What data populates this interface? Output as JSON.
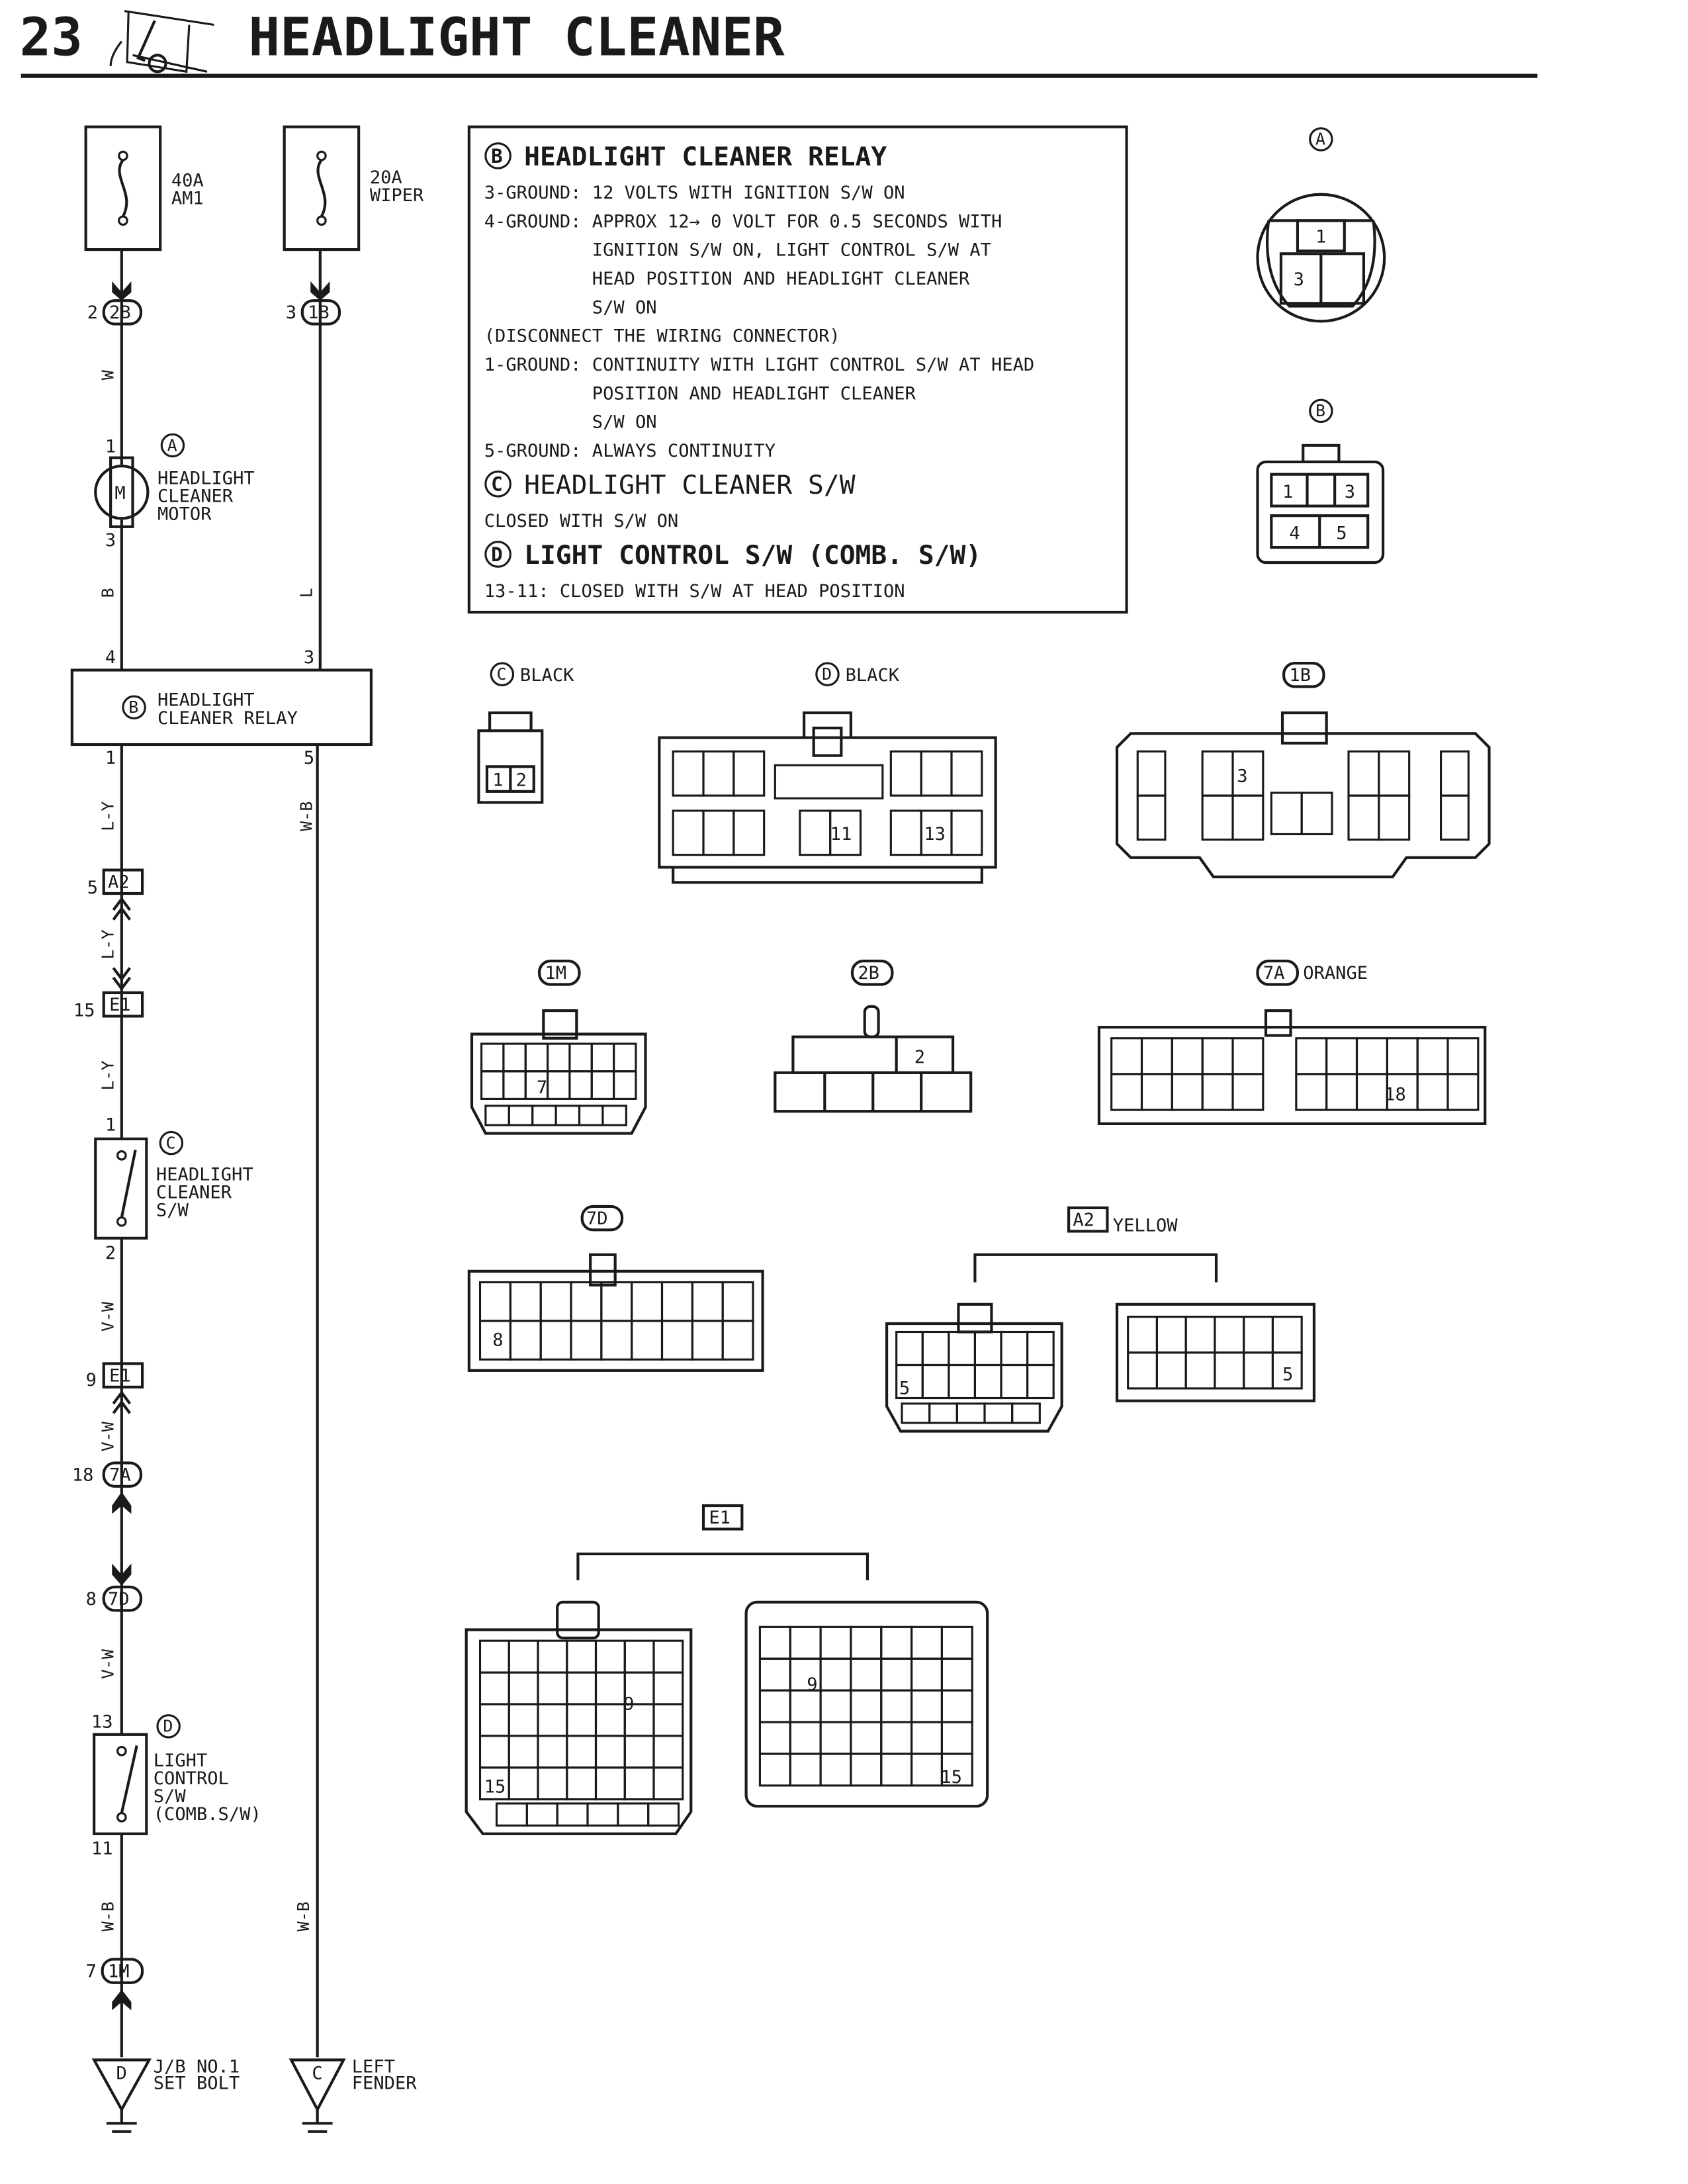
{
  "header": {
    "number": "23",
    "title": "HEADLIGHT CLEANER"
  },
  "schematic": {
    "fuse_am1": {
      "rating": "40A",
      "name": "AM1"
    },
    "fuse_wiper": {
      "rating": "20A",
      "name": "WIPER"
    },
    "conn_2b": {
      "pin": "2",
      "code": "2B"
    },
    "conn_1b": {
      "pin": "3",
      "code": "1B"
    },
    "wire_w": "W",
    "motor": {
      "pin_top": "1",
      "pin_bottom": "3",
      "symbol": "M",
      "ref": "A",
      "label": [
        "HEADLIGHT",
        "CLEANER",
        "MOTOR"
      ]
    },
    "wire_b": "B",
    "wire_l": "L",
    "relay": {
      "pin_4": "4",
      "pin_3": "3",
      "pin_1": "1",
      "pin_5": "5",
      "ref": "B",
      "label": [
        "HEADLIGHT",
        "CLEANER RELAY"
      ]
    },
    "wire_ly_1": "L-Y",
    "wire_wb_right_1": "W-B",
    "conn_a2": {
      "pin": "5",
      "code": "A2"
    },
    "wire_ly_2": "L-Y",
    "conn_e1_a": {
      "pin": "15",
      "code": "E1"
    },
    "wire_ly_3": "L-Y",
    "cleaner_sw": {
      "pin_top": "1",
      "pin_bottom": "2",
      "ref": "C",
      "label": [
        "HEADLIGHT",
        "CLEANER",
        "S/W"
      ]
    },
    "wire_vw_1": "V-W",
    "conn_e1_b": {
      "pin": "9",
      "code": "E1"
    },
    "wire_vw_2": "V-W",
    "conn_7a": {
      "pin": "18",
      "code": "7A"
    },
    "conn_7d": {
      "pin": "8",
      "code": "7D"
    },
    "wire_vw_3": "V-W",
    "light_sw": {
      "pin_top": "13",
      "pin_bottom": "11",
      "ref": "D",
      "label": [
        "LIGHT",
        "CONTROL",
        "S/W",
        "(COMB.S/W)"
      ]
    },
    "wire_wb_left": "W-B",
    "wire_wb_right_2": "W-B",
    "conn_1m": {
      "pin": "7",
      "code": "1M"
    },
    "ground_d": {
      "code": "D",
      "label": [
        "J/B NO.1",
        "SET BOLT"
      ]
    },
    "ground_c": {
      "code": "C",
      "label": [
        "LEFT",
        "FENDER"
      ]
    }
  },
  "info_box": {
    "relay_heading_ref": "B",
    "relay_heading": "HEADLIGHT CLEANER RELAY",
    "relay_lines": [
      "3-GROUND: 12 VOLTS WITH IGNITION S/W ON",
      "4-GROUND: APPROX 12→ 0 VOLT FOR 0.5 SECONDS WITH",
      "          IGNITION S/W ON, LIGHT CONTROL S/W AT",
      "          HEAD POSITION AND HEADLIGHT CLEANER",
      "          S/W ON",
      "(DISCONNECT THE WIRING CONNECTOR)",
      "1-GROUND: CONTINUITY WITH LIGHT CONTROL S/W AT HEAD",
      "          POSITION AND HEADLIGHT CLEANER",
      "          S/W ON",
      "5-GROUND: ALWAYS CONTINUITY"
    ],
    "cleaner_heading_ref": "C",
    "cleaner_heading": "HEADLIGHT CLEANER S/W",
    "cleaner_line": "CLOSED WITH S/W ON",
    "light_heading_ref": "D",
    "light_heading": "LIGHT CONTROL S/W (COMB. S/W)",
    "light_line": "13-11: CLOSED WITH S/W AT HEAD POSITION"
  },
  "connectors": {
    "a": {
      "ref": "A",
      "pins": [
        "1",
        "3"
      ]
    },
    "b": {
      "ref": "B",
      "pins": [
        "1",
        "3",
        "4",
        "5"
      ]
    },
    "c": {
      "ref": "C",
      "color": "BLACK",
      "pins": [
        "1",
        "2"
      ]
    },
    "d": {
      "ref": "D",
      "color": "BLACK",
      "pins": [
        "11",
        "13"
      ]
    },
    "c1b": {
      "code": "1B",
      "pins": [
        "3"
      ]
    },
    "c1m": {
      "code": "1M",
      "pins": [
        "7"
      ]
    },
    "c2b": {
      "code": "2B",
      "pins": [
        "2"
      ]
    },
    "c7a": {
      "code": "7A",
      "color": "ORANGE",
      "pins": [
        "18"
      ]
    },
    "c7d": {
      "code": "7D",
      "pins": [
        "8"
      ]
    },
    "a2": {
      "code": "A2",
      "color": "YELLOW",
      "pins": [
        "5",
        "5"
      ]
    },
    "e1": {
      "code": "E1",
      "pins": [
        "9",
        "15",
        "9",
        "15"
      ]
    }
  }
}
